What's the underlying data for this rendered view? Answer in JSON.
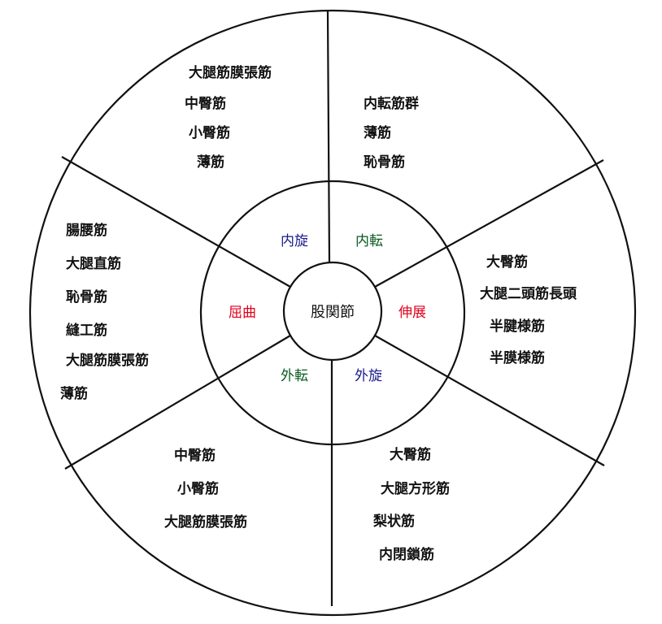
{
  "center": {
    "label": "股関節"
  },
  "colors": {
    "flexion_extension": "#e0001b",
    "rotation": "#1a1a8c",
    "adduction_abduction": "#0a5a1e"
  },
  "motions": {
    "internal_rotation": "内旋",
    "adduction": "内転",
    "extension": "伸展",
    "external_rotation": "外旋",
    "abduction": "外転",
    "flexion": "屈曲"
  },
  "muscles": {
    "internal_rotation": [
      "大腿筋膜張筋",
      "中臀筋",
      "小臀筋",
      "薄筋"
    ],
    "adduction": [
      "内転筋群",
      "薄筋",
      "恥骨筋"
    ],
    "extension": [
      "大臀筋",
      "大腿二頭筋長頭",
      "半腱様筋",
      "半膜様筋"
    ],
    "external_rotation": [
      "大臀筋",
      "大腿方形筋",
      "梨状筋",
      "内閉鎖筋"
    ],
    "abduction": [
      "中臀筋",
      "小臀筋",
      "大腿筋膜張筋"
    ],
    "flexion": [
      "腸腰筋",
      "大腿直筋",
      "恥骨筋",
      "縫工筋",
      "大腿筋膜張筋",
      "薄筋"
    ]
  }
}
